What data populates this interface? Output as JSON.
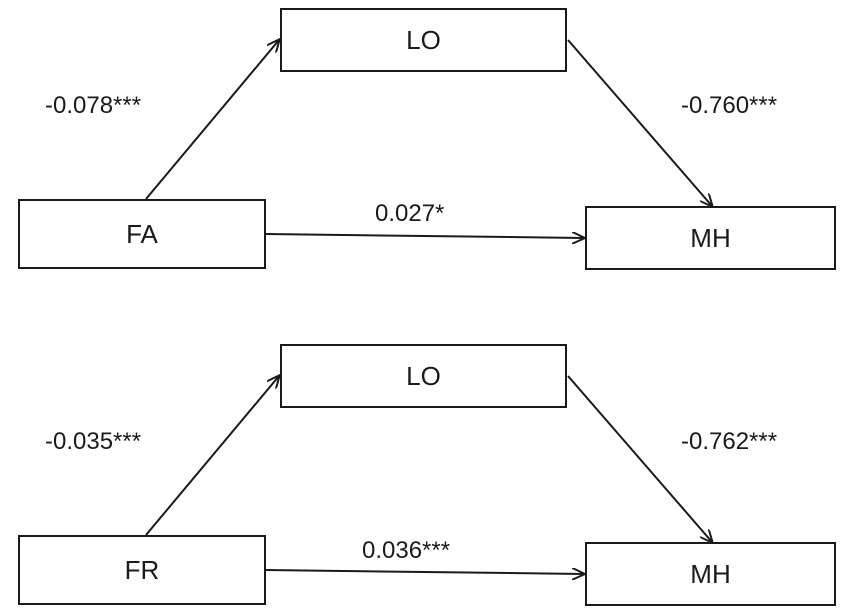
{
  "diagrams": [
    {
      "mediator": "LO",
      "predictor": "FA",
      "outcome": "MH",
      "path_a": "-0.078***",
      "path_b": "-0.760***",
      "path_c": "0.027*"
    },
    {
      "mediator": "LO",
      "predictor": "FR",
      "outcome": "MH",
      "path_a": "-0.035***",
      "path_b": "-0.762***",
      "path_c": "0.036***"
    }
  ],
  "colors": {
    "stroke": "#1a1a1a",
    "background": "#ffffff"
  }
}
